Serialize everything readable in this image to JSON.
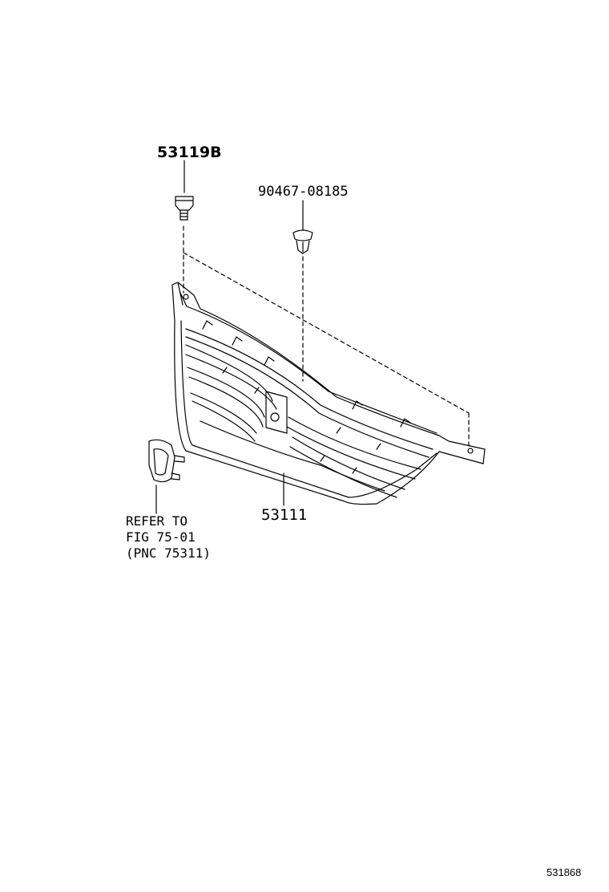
{
  "parts": {
    "clip_bolt": "53119B",
    "clip_pin": "90467-08185",
    "grille": "53111"
  },
  "reference": {
    "line1": "REFER TO",
    "line2": "FIG 75-01",
    "line3": "(PNC 75311)"
  },
  "figure_id": "531868"
}
